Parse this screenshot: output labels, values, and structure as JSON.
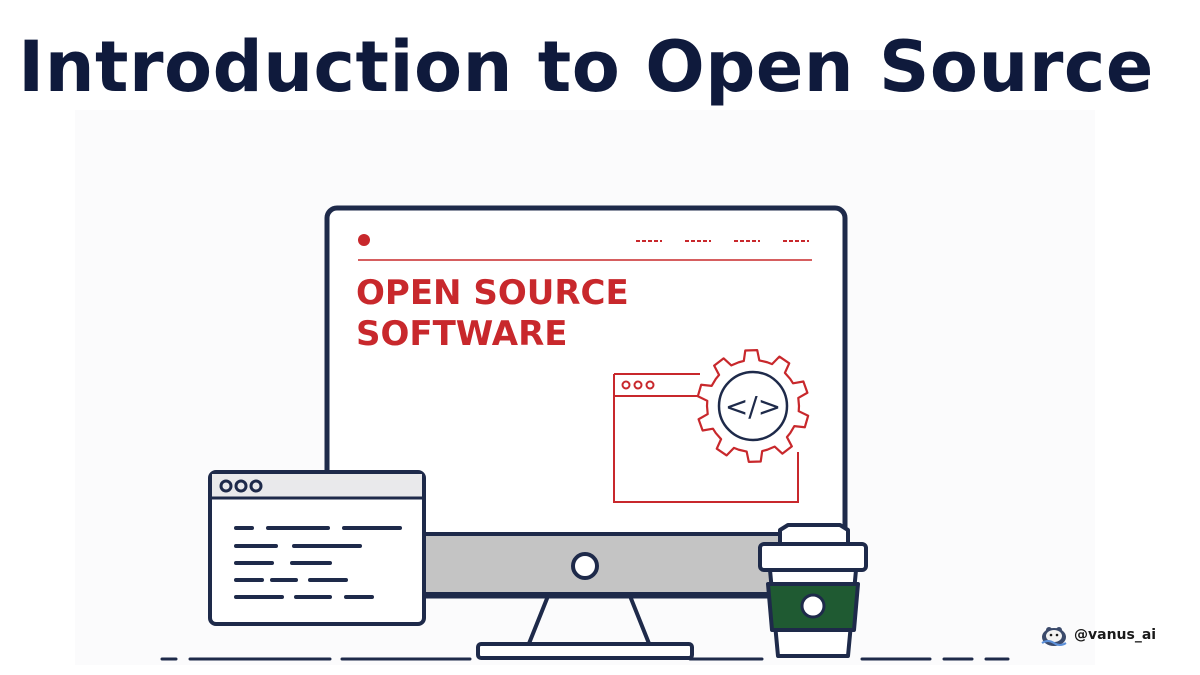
{
  "title": "Introduction to Open Source",
  "screen": {
    "heading_line1": "OPEN SOURCE",
    "heading_line2": "SOFTWARE",
    "code_symbol": "</>"
  },
  "watermark": {
    "handle": "@vanus_ai",
    "icon": "otter-logo-icon"
  },
  "colors": {
    "title": "#0f1a3c",
    "outline": "#1e2a4a",
    "accent_red": "#c8282c",
    "stand_gray": "#c4c4c4",
    "cup_green": "#1f5a32"
  }
}
